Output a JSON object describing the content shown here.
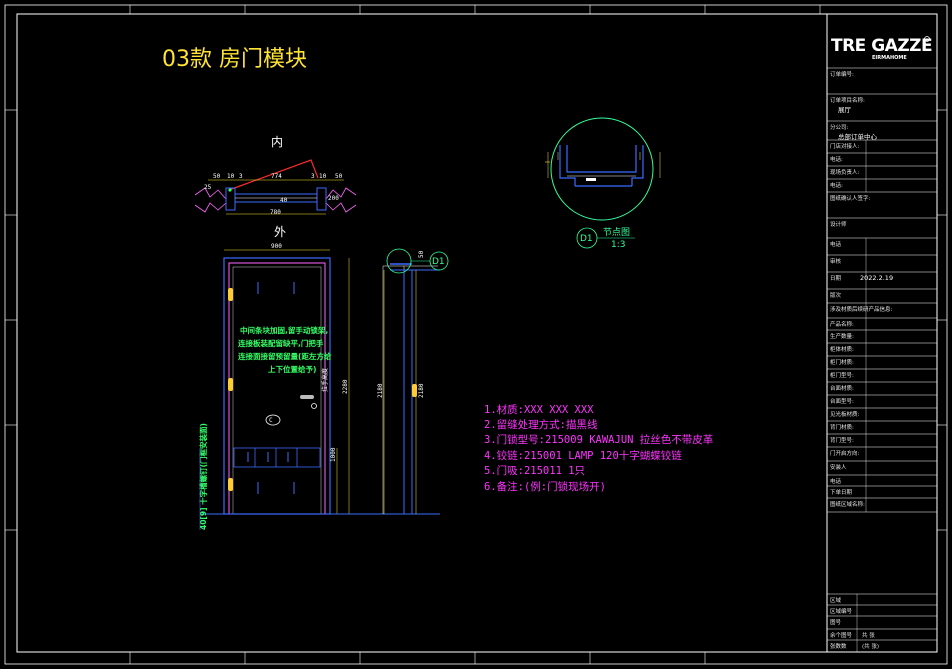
{
  "drawing": {
    "title": "03款 房门模块",
    "view_inside": "内",
    "view_outside": "外",
    "detail_label": "D1",
    "detail_title": "节点图",
    "detail_scale": "1:3"
  },
  "dimensions": {
    "plan": {
      "top": [
        "50",
        "10",
        "3",
        "774",
        "3",
        "10",
        "50"
      ],
      "left": "25",
      "mid": "40",
      "right": "200",
      "bottom": "780"
    },
    "elevation": {
      "width": "900",
      "height_total": "2280",
      "lower": "1000",
      "side_height_a": "2180",
      "side_height_b": "2180",
      "side_top": "50"
    }
  },
  "green_note": {
    "lines": [
      "中间条块加固,留手动锁架,",
      "连接板装配留缺平,门把手",
      "连接面接留预留量(距左方给",
      "上下位置给予)"
    ]
  },
  "handle_label": "拉手高度",
  "vertical_left_note": "40[9] 十字槽螺钉(门框安装面)",
  "notes": [
    "1.材质:XXX XXX XXX",
    "2.留缝处理方式:描黑线",
    "3.门锁型号:215009 KAWAJUN 拉丝色不带皮革",
    "4.铰链:215001 LAMP 120十字蝴蝶铰链",
    "5.门吸:215011  1只",
    "6.备注:(例:门锁现场开)"
  ],
  "title_block": {
    "logo": "TRE GAZZE",
    "logo_sub": "EIRMAHOME",
    "rows": [
      {
        "label": "订单编号:",
        "value": ""
      },
      {
        "label": "订单项目名称:",
        "value": "展厅"
      },
      {
        "label": "分公司:",
        "value": "总部订单中心"
      },
      {
        "label": "门店对接人:",
        "value": ""
      },
      {
        "label": "电话:",
        "value": ""
      },
      {
        "label": "现场负责人:",
        "value": ""
      },
      {
        "label": "电话:",
        "value": ""
      },
      {
        "label": "图纸确认人签字:",
        "value": ""
      },
      {
        "label": "设计师",
        "value": ""
      },
      {
        "label": "电话",
        "value": ""
      },
      {
        "label": "审核",
        "value": ""
      },
      {
        "label": "日期",
        "value": "2022.2.19"
      },
      {
        "label": "版次",
        "value": ""
      },
      {
        "label": "涉及材质后续研产品信息:",
        "value": ""
      },
      {
        "label": "产品名称:",
        "value": ""
      },
      {
        "label": "生产数量:",
        "value": ""
      },
      {
        "label": "柜体材质:",
        "value": ""
      },
      {
        "label": "柜门材质:",
        "value": ""
      },
      {
        "label": "柜门型号:",
        "value": ""
      },
      {
        "label": "台面材质:",
        "value": ""
      },
      {
        "label": "台面型号:",
        "value": ""
      },
      {
        "label": "见光板材质:",
        "value": ""
      },
      {
        "label": "背门材质:",
        "value": ""
      },
      {
        "label": "背门型号:",
        "value": ""
      },
      {
        "label": "门开启方向:",
        "value": ""
      },
      {
        "label": "安装人",
        "value": ""
      },
      {
        "label": "电话",
        "value": ""
      },
      {
        "label": "下单日期",
        "value": ""
      },
      {
        "label": "图纸区域名称:",
        "value": ""
      }
    ],
    "bottom_rows": [
      {
        "label": "区域",
        "value": ""
      },
      {
        "label": "区域编号",
        "value": ""
      },
      {
        "label": "图号",
        "value": ""
      },
      {
        "label": "余个图号",
        "value": "共  张"
      },
      {
        "label": "张数数",
        "value": "(共  张)"
      }
    ]
  }
}
